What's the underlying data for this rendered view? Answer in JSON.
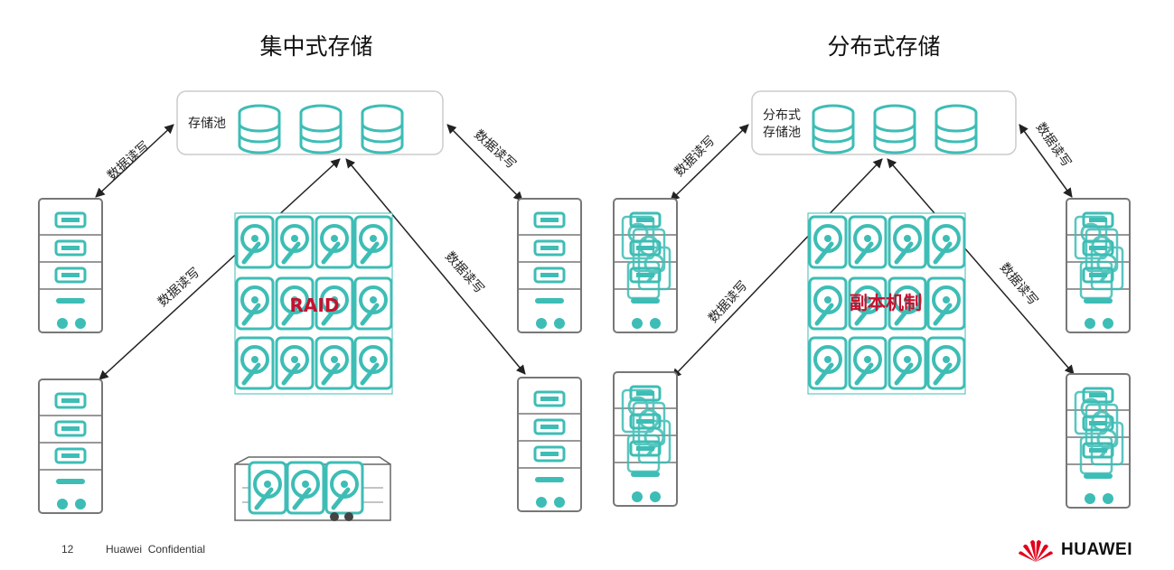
{
  "left": {
    "title": "集中式存储",
    "pool_label": "存储池",
    "center_label": "RAID",
    "rw_labels": [
      "数据读写",
      "数据读写",
      "数据读写",
      "数据读写"
    ]
  },
  "right": {
    "title": "分布式存储",
    "pool_label_line1": "分布式",
    "pool_label_line2": "存储池",
    "center_label": "副本机制",
    "rw_labels": [
      "数据读写",
      "数据读写",
      "数据读写",
      "数据读写"
    ]
  },
  "footer": {
    "page_number": "12",
    "confidential": "Huawei  Confidential",
    "brand": "HUAWEI"
  },
  "colors": {
    "teal": "#3dbdb5",
    "accent": "#c8102e",
    "line": "#222222"
  }
}
